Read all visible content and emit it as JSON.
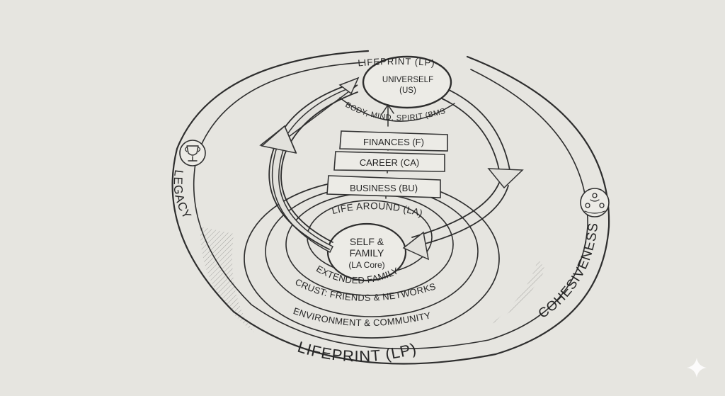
{
  "diagram": {
    "outer_ring_top": "LIFEPRINT (LP)",
    "outer_ring_bottom": "LIFEPRINT (LP)",
    "left_label": "LEGACY",
    "right_label": "COHESIVENESS",
    "left_icon": "trophy-icon",
    "right_icon": "people-circle-icon",
    "top_circle": {
      "line1": "UNIVERSELF",
      "line2": "(US)"
    },
    "bms": "BODY, MIND, SPIRIT (BMS)",
    "stack": [
      "FINANCES (F)",
      "CAREER (CA)",
      "BUSINESS (BU)"
    ],
    "life_around": "LIFE AROUND (LA)",
    "core": {
      "line1": "SELF &",
      "line2": "FAMILY",
      "line3": "(LA Core)"
    },
    "rings": [
      "EXTENDED FAMILY",
      "CRUST: FRIENDS & NETWORKS",
      "ENVIRONMENT & COMMUNITY"
    ],
    "colors": {
      "paper": "#e6e5e0",
      "ink": "#2e2e2e"
    }
  }
}
